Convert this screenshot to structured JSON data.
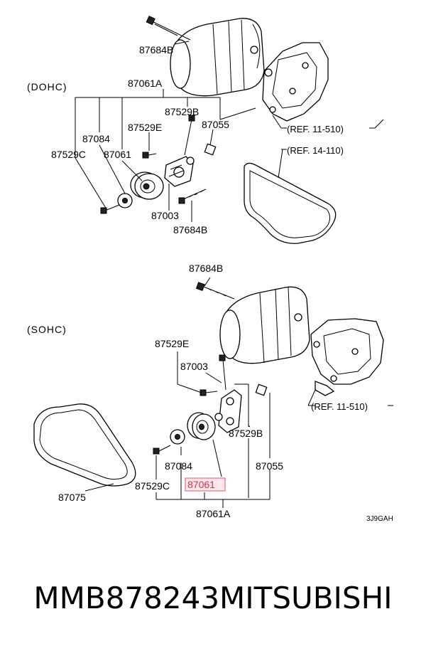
{
  "sections": {
    "dohc": "(DOHC)",
    "sohc": "(SOHC)"
  },
  "dohc": {
    "part_87684B_top": "87684B",
    "part_87061A": "87061A",
    "part_87529B": "87529B",
    "part_87529E": "87529E",
    "part_87055": "87055",
    "part_87084": "87084",
    "part_87529C": "87529C",
    "part_87061": "87061",
    "part_87003": "87003",
    "part_87684B_bottom": "87684B",
    "ref_bracket": "(REF. 11-510)",
    "ref_belt": "(REF. 14-110)"
  },
  "sohc": {
    "part_87684B": "87684B",
    "part_87529E": "87529E",
    "part_87003": "87003",
    "part_87529B": "87529B",
    "part_87084": "87084",
    "part_87055": "87055",
    "part_87529C": "87529C",
    "part_87061_highlighted": "87061",
    "part_87061A": "87061A",
    "part_87075": "87075",
    "ref_bracket": "(REF. 11-510)"
  },
  "diagram_code": "3J9GAH",
  "caption": {
    "part_number": "MMB878243",
    "brand": "MITSUBISHI"
  },
  "colors": {
    "highlight_fill": "#ffe6ea",
    "highlight_border": "#e05a6e",
    "highlight_text": "#d0304a"
  }
}
